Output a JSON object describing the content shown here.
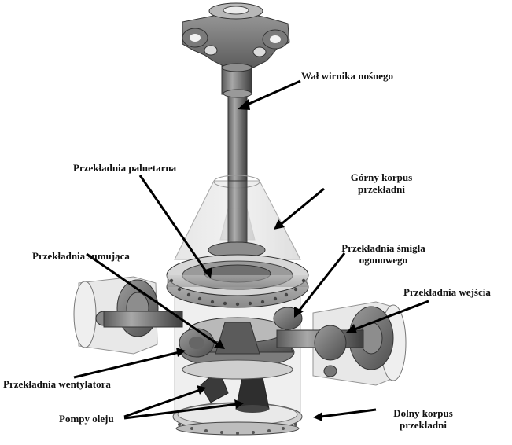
{
  "labels": {
    "main_rotor_shaft": "Wał wirnika nośnego",
    "planetary_gear": "Przekładnia palnetarna",
    "upper_housing_line1": "Górny korpus",
    "upper_housing_line2": "przekładni",
    "summing_gear": "Przekładnia sumująca",
    "tail_rotor_gear_line1": "Przekładnia śmigła",
    "tail_rotor_gear_line2": "ogonowego",
    "input_gear": "Przekładnia wejścia",
    "fan_gear": "Przekładnia wentylatora",
    "oil_pumps": "Pompy oleju",
    "lower_housing_line1": "Dolny korpus",
    "lower_housing_line2": "przekładni"
  }
}
